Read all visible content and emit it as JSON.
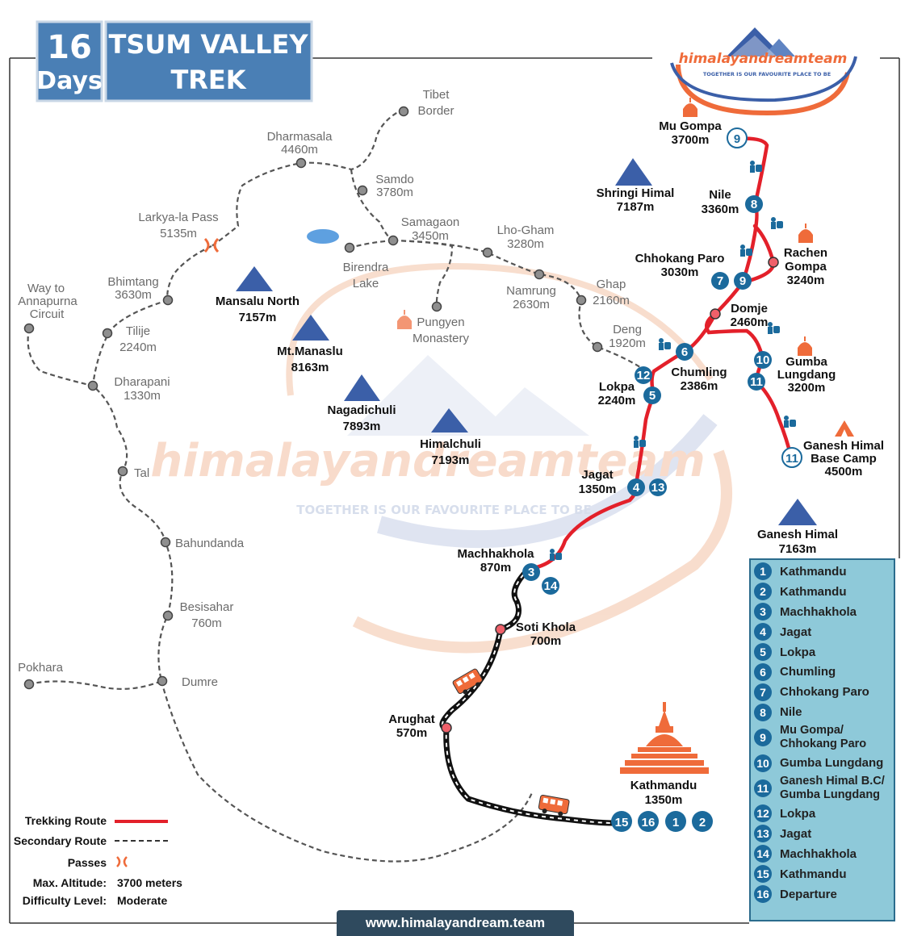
{
  "header": {
    "days_number": "16",
    "days_word": "Days",
    "trek_title_line1": "TSUM VALLEY",
    "trek_title_line2": "TREK"
  },
  "logo": {
    "brand": "himalayandreamteam",
    "tagline": "TOGETHER IS OUR FAVOURITE PLACE TO BE",
    "icon": "mountain-logo-icon"
  },
  "watermark": {
    "brand": "himalayandreamteam",
    "tagline": "TOGETHER IS OUR FAVOURITE PLACE TO BE"
  },
  "places_secondary": {
    "tibet_border_1": "Tibet",
    "tibet_border_2": "Border",
    "dharmasala_1": "Dharmasala",
    "dharmasala_2": "4460m",
    "samdo_1": "Samdo",
    "samdo_2": "3780m",
    "larkya_1": "Larkya-la Pass",
    "larkya_2": "5135m",
    "samagaon_1": "Samagaon",
    "samagaon_2": "3450m",
    "lhogham_1": "Lho-Gham",
    "lhogham_2": "3280m",
    "birendra_1": "Birendra",
    "birendra_2": "Lake",
    "bhimtang_1": "Bhimtang",
    "bhimtang_2": "3630m",
    "annapurna_1": "Way to",
    "annapurna_2": "Annapurna",
    "annapurna_3": "Circuit",
    "tilije_1": "Tilije",
    "tilije_2": "2240m",
    "namrung_1": "Namrung",
    "namrung_2": "2630m",
    "ghap_1": "Ghap",
    "ghap_2": "2160m",
    "pungyen_1": "Pungyen",
    "pungyen_2": "Monastery",
    "deng_1": "Deng",
    "deng_2": "1920m",
    "dharapani_1": "Dharapani",
    "dharapani_2": "1330m",
    "tal": "Tal",
    "bahundanda": "Bahundanda",
    "besisahar_1": "Besisahar",
    "besisahar_2": "760m",
    "pokhara": "Pokhara",
    "dumre": "Dumre"
  },
  "places_trek": {
    "mugompa_1": "Mu Gompa",
    "mugompa_2": "3700m",
    "nile_1": "Nile",
    "nile_2": "3360m",
    "rachen_1": "Rachen",
    "rachen_2": "Gompa",
    "rachen_3": "3240m",
    "chhokang_1": "Chhokang Paro",
    "chhokang_2": "3030m",
    "domje_1": "Domje",
    "domje_2": "2460m",
    "chumling_1": "Chumling",
    "chumling_2": "2386m",
    "lokpa_1": "Lokpa",
    "lokpa_2": "2240m",
    "gumba_1": "Gumba",
    "gumba_2": "Lungdang",
    "gumba_3": "3200m",
    "ganeshbc_1": "Ganesh Himal",
    "ganeshbc_2": "Base Camp",
    "ganeshbc_3": "4500m",
    "jagat_1": "Jagat",
    "jagat_2": "1350m",
    "machha_1": "Machhakhola",
    "machha_2": "870m",
    "soti_1": "Soti Khola",
    "soti_2": "700m",
    "arughat_1": "Arughat",
    "arughat_2": "570m",
    "ktm_1": "Kathmandu",
    "ktm_2": "1350m"
  },
  "mountains": {
    "shringi_1": "Shringi Himal",
    "shringi_2": "7187m",
    "mansalu_north_1": "Mansalu North",
    "mansalu_north_2": "7157m",
    "manaslu_1": "Mt.Manaslu",
    "manaslu_2": "8163m",
    "nagadi_1": "Nagadichuli",
    "nagadi_2": "7893m",
    "himalchuli_1": "Himalchuli",
    "himalchuli_2": "7193m",
    "ganesh_1": "Ganesh Himal",
    "ganesh_2": "7163m"
  },
  "day_badges": {
    "mugompa": "9",
    "nile": "8",
    "chhokang_a": "7",
    "chhokang_b": "9",
    "chumling": "6",
    "lokpa_a": "12",
    "lokpa_b": "5",
    "gumba_a": "10",
    "gumba_b": "11",
    "ganeshbc": "11",
    "jagat_a": "4",
    "jagat_b": "13",
    "machha_a": "3",
    "machha_b": "14",
    "ktm_a": "15",
    "ktm_b": "16",
    "ktm_c": "1",
    "ktm_d": "2"
  },
  "legend": {
    "trekking_route": "Trekking Route",
    "secondary_route": "Secondary Route",
    "passes": "Passes",
    "max_altitude_label": "Max. Altitude:",
    "max_altitude_value": "3700 meters",
    "difficulty_label": "Difficulty Level:",
    "difficulty_value": "Moderate",
    "trekking_color": "#e3202a"
  },
  "itinerary": [
    {
      "num": "1",
      "label": "Kathmandu"
    },
    {
      "num": "2",
      "label": "Kathmandu"
    },
    {
      "num": "3",
      "label": "Machhakhola"
    },
    {
      "num": "4",
      "label": "Jagat"
    },
    {
      "num": "5",
      "label": "Lokpa"
    },
    {
      "num": "6",
      "label": "Chumling"
    },
    {
      "num": "7",
      "label": "Chhokang Paro"
    },
    {
      "num": "8",
      "label": "Nile"
    },
    {
      "num": "9",
      "label": "Mu Gompa/",
      "label2": "Chhokang Paro"
    },
    {
      "num": "10",
      "label": "Gumba Lungdang"
    },
    {
      "num": "11",
      "label": "Ganesh Himal B.C/",
      "label2": "Gumba Lungdang"
    },
    {
      "num": "12",
      "label": "Lokpa"
    },
    {
      "num": "13",
      "label": "Jagat"
    },
    {
      "num": "14",
      "label": "Machhakhola"
    },
    {
      "num": "15",
      "label": "Kathmandu"
    },
    {
      "num": "16",
      "label": "Departure"
    }
  ],
  "footer": {
    "url": "www.himalayandream.team"
  },
  "colors": {
    "header_blue": "#4a7fb5",
    "badge_blue": "#1b6a9c",
    "trek_red": "#e3202a",
    "mountain_blue": "#3b5fa8",
    "gompa_orange": "#ef6b3a",
    "legend_box": "#8ec9d9"
  }
}
